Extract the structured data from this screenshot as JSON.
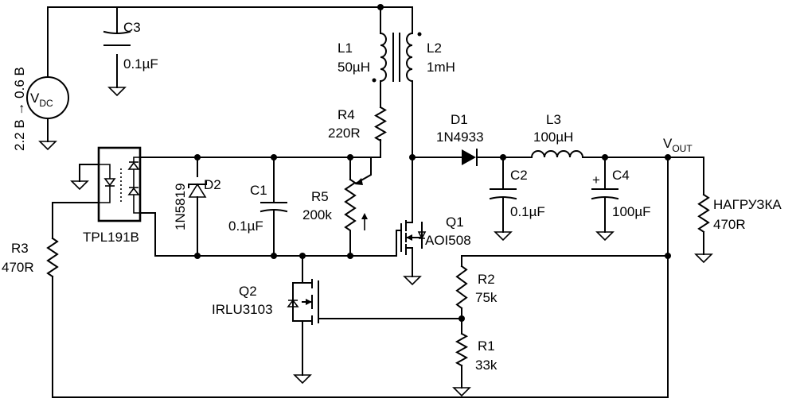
{
  "source": {
    "voltage_range": "2.2 B → 0.6 B",
    "symbol_main": "V",
    "symbol_sub": "DC"
  },
  "components": {
    "c3": {
      "ref": "C3",
      "value": "0.1µF"
    },
    "l1": {
      "ref": "L1",
      "value": "50µH"
    },
    "l2": {
      "ref": "L2",
      "value": "1mH"
    },
    "r4": {
      "ref": "R4",
      "value": "220R"
    },
    "d1": {
      "ref": "D1",
      "value": "1N4933"
    },
    "l3": {
      "ref": "L3",
      "value": "100µH"
    },
    "c2": {
      "ref": "C2",
      "value": "0.1µF"
    },
    "c4": {
      "ref": "C4",
      "value": "100µF",
      "polarity": "+"
    },
    "load": {
      "ref": "НАГРУЗКА",
      "value": "470R"
    },
    "u1": {
      "ref": "TPL191B"
    },
    "d2": {
      "ref": "D2",
      "value": "1N5819"
    },
    "c1": {
      "ref": "C1",
      "value": "0.1µF"
    },
    "r5": {
      "ref": "R5",
      "value": "200k"
    },
    "q1": {
      "ref": "Q1",
      "value": "AOI508"
    },
    "r3": {
      "ref": "R3",
      "value": "470R"
    },
    "q2": {
      "ref": "Q2",
      "value": "IRLU3103"
    },
    "r2": {
      "ref": "R2",
      "value": "75k"
    },
    "r1": {
      "ref": "R1",
      "value": "33k"
    }
  },
  "nets": {
    "vout_main": "V",
    "vout_sub": "OUT"
  }
}
